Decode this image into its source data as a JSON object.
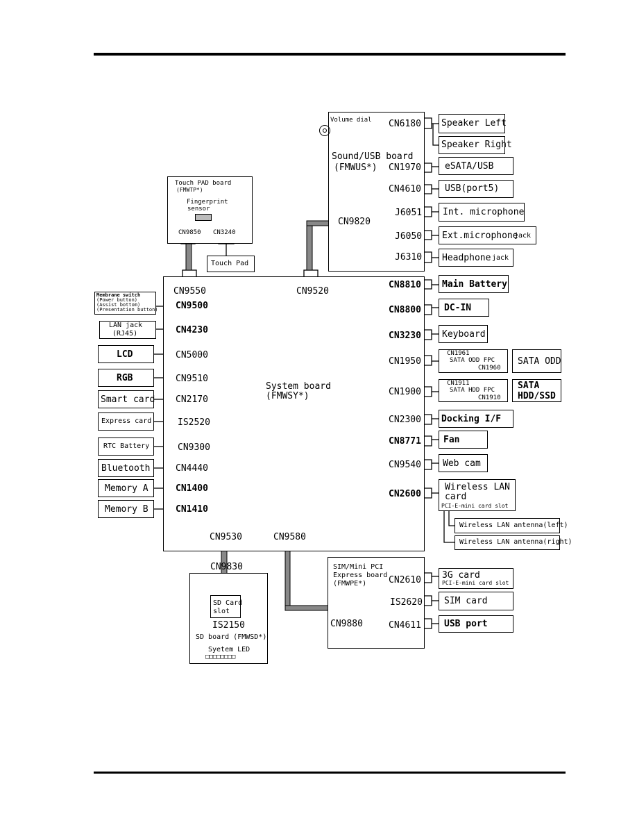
{
  "system": {
    "title": "System board",
    "code": "(FMWSY*)"
  },
  "sound": {
    "title": "Sound/USB board",
    "code": "(FMWUS*)",
    "volume": "Volume dial"
  },
  "touchpad_board": {
    "title": "Touch PAD board",
    "code": "(FMWTP*)",
    "fp1": "Fingerprint",
    "fp2": "sensor",
    "touchpad": "Touch Pad"
  },
  "sd_board": {
    "title": "SD board (FMWSD*)",
    "slot1": "SD Card",
    "slot2": "slot",
    "ic": "IS2150",
    "led": "Syetem LED",
    "leds": "□□□□□□□□"
  },
  "sim_board": {
    "title1": "SIM/Mini PCI",
    "title2": "Express board",
    "code": "(FMWPE*)"
  },
  "connectors": {
    "cn9850": "CN9850",
    "cn3240": "CN3240",
    "cn9550": "CN9550",
    "cn9520": "CN9520",
    "cn9820": "CN9820",
    "cn6180": "CN6180",
    "cn1970": "CN1970",
    "cn4610": "CN4610",
    "j6051": "J6051",
    "j6050": "J6050",
    "j6310": "J6310",
    "cn8810": "CN8810",
    "cn8800": "CN8800",
    "cn3230": "CN3230",
    "cn1950": "CN1950",
    "cn1900": "CN1900",
    "cn2300": "CN2300",
    "cn8771": "CN8771",
    "cn9540": "CN9540",
    "cn2600": "CN2600",
    "cn9500": "CN9500",
    "cn4230": "CN4230",
    "cn5000": "CN5000",
    "cn9510": "CN9510",
    "cn2170": "CN2170",
    "is2520": "IS2520",
    "cn9300": "CN9300",
    "cn4440": "CN4440",
    "cn1400": "CN1400",
    "cn1410": "CN1410",
    "cn9530": "CN9530",
    "cn9580": "CN9580",
    "cn9830": "CN9830",
    "cn9880": "CN9880",
    "cn2610": "CN2610",
    "is2620": "IS2620",
    "cn4611": "CN4611",
    "cn1961": "CN1961",
    "cn1960": "CN1960",
    "cn1911": "CN1911",
    "cn1910": "CN1910"
  },
  "right_devices": {
    "speaker_left": "Speaker Left",
    "speaker_right": "Speaker Right",
    "esata": "eSATA/USB",
    "usb5": "USB(port5)",
    "int_mic": "Int. microphone",
    "ext_mic": "Ext.microphone",
    "ext_mic_jack": "jack",
    "headphone": "Headphone",
    "headphone_jack": "jack",
    "main_battery": "Main Battery",
    "dcin": "DC-IN",
    "keyboard": "Keyboard",
    "odd_fpc": "SATA ODD FPC",
    "sata_odd": "SATA ODD",
    "hdd_fpc": "SATA HDD FPC",
    "sata_hdd1": "SATA",
    "sata_hdd2": "HDD/SSD",
    "docking": "Docking I/F",
    "fan": "Fan",
    "webcam": "Web cam",
    "wlan1": "Wireless LAN",
    "wlan2": "card",
    "wlan_slot": "PCI-E-mini card slot",
    "ant_left": "Wireless LAN antenna(left)",
    "ant_right": "Wireless LAN antenna(right)",
    "card3g": "3G card",
    "card3g_slot": "PCI-E-mini card slot",
    "sim": "SIM card",
    "usb_port": "USB port"
  },
  "left_devices": {
    "membrane1": "Membrane switch",
    "membrane2": "(Power button)",
    "membrane3": "(Assist bottom)",
    "membrane4": "(Presentation button)",
    "lan1": "LAN jack",
    "lan2": "(RJ45)",
    "lcd": "LCD",
    "rgb": "RGB",
    "smart": "Smart card",
    "express": "Express card",
    "rtc": "RTC Battery",
    "bluetooth": "Bluetooth",
    "mema": "Memory A",
    "memb": "Memory B"
  }
}
